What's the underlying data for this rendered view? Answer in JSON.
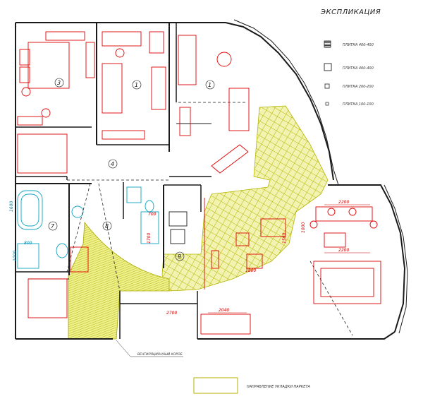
{
  "legend": {
    "title": "ЭКСПЛИКАЦИЯ",
    "items": [
      {
        "label": "ПЛИТКА 400-400"
      },
      {
        "label": "ПЛИТКА 400-400"
      },
      {
        "label": "ПЛИТКА 200-200"
      },
      {
        "label": "ПЛИТКА 100-100"
      }
    ],
    "parquet_label": "НАПРАВЛЕНИЕ УКЛАДКИ ПАРКЕТА"
  },
  "rooms": [
    {
      "num": "3"
    },
    {
      "num": "1"
    },
    {
      "num": "1"
    },
    {
      "num": "4"
    },
    {
      "num": "7"
    },
    {
      "num": "8"
    },
    {
      "num": "9"
    }
  ],
  "dimensions": {
    "d2200_top": "2200",
    "d2200_mid": "2200",
    "d1000_dining": "1000",
    "d2040": "2040",
    "d1500": "1500",
    "d1700": "1700",
    "d1800": "1800",
    "d800": "800",
    "d1000_bath": "1000",
    "d700": "700",
    "d2700": "2700",
    "d1600_bath": "1600"
  },
  "notes": {
    "entrance": "ВЕНТИЛЯЦИОННЫЙ КОРОБ"
  },
  "colors": {
    "wall": "#1a1a1a",
    "furniture": "#e00000",
    "parquet": "#c9cc1a",
    "plumbing": "#0aa3c2",
    "legend_box": "#b8b000"
  }
}
